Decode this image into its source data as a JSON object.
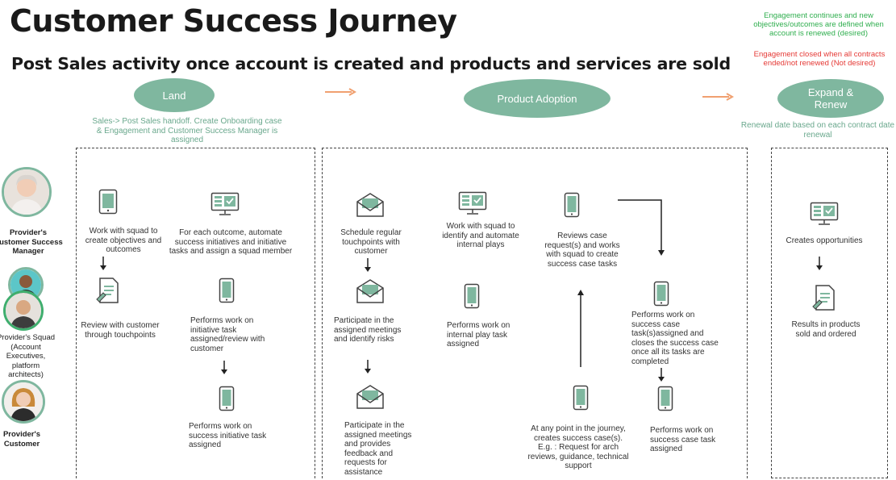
{
  "title": "Customer Success Journey",
  "subtitle": "Post Sales activity once account is created and products and services are sold",
  "notes": {
    "green": "Engagement continues and new objectives/outcomes are defined when account is renewed (desired)",
    "red": "Engagement closed when all contracts ended/not renewed (Not desired)",
    "green_color": "#2fae4e",
    "red_color": "#e53935"
  },
  "phases": {
    "land": "Land",
    "adoption": "Product Adoption",
    "expand": "Expand & Renew",
    "land_note": "Sales-> Post Sales handoff. Create Onboarding case & Engagement and Customer Success Manager is assigned",
    "expand_note": "Renewal date based on each contract date renewal",
    "color": "#7fb79f"
  },
  "roles": {
    "csm": "Provider's Customer Success Manager",
    "squad": "Provider's Squad (Account Executives, platform architects)",
    "customer": "Provider's Customer"
  },
  "steps": {
    "land_1": "Work with squad to create objectives and outcomes",
    "land_2": "Review with customer through touchpoints",
    "land_3": "For each outcome, automate success initiatives and initiative tasks and assign a squad member",
    "land_4": "Performs work on initiative task assigned/review with customer",
    "land_5": "Performs work on success initiative task assigned",
    "adopt_1": "Schedule regular touchpoints with customer",
    "adopt_2": "Participate in the assigned meetings and identify risks",
    "adopt_3": "Participate in the assigned meetings and provides feedback and requests for assistance",
    "adopt_4": "Work with squad to identify and automate internal plays",
    "adopt_5": "Performs work on internal play task assigned",
    "adopt_6": "Reviews case request(s) and works with squad to create success case tasks",
    "adopt_7": "At any point in the journey, creates success case(s). E.g. : Request for arch reviews, guidance, technical support",
    "adopt_8": "Performs work on success case task(s)assigned and closes the success case once all its tasks are completed",
    "adopt_9": "Performs work on success case task assigned",
    "expand_1": "Creates opportunities",
    "expand_2": "Results in products sold and ordered"
  },
  "icons": {
    "tablet": "tablet-icon",
    "monitor": "monitor-check-icon",
    "document": "document-pen-icon",
    "phone": "phone-icon",
    "envelope": "envelope-icon"
  },
  "accent_color": "#6aa88d"
}
